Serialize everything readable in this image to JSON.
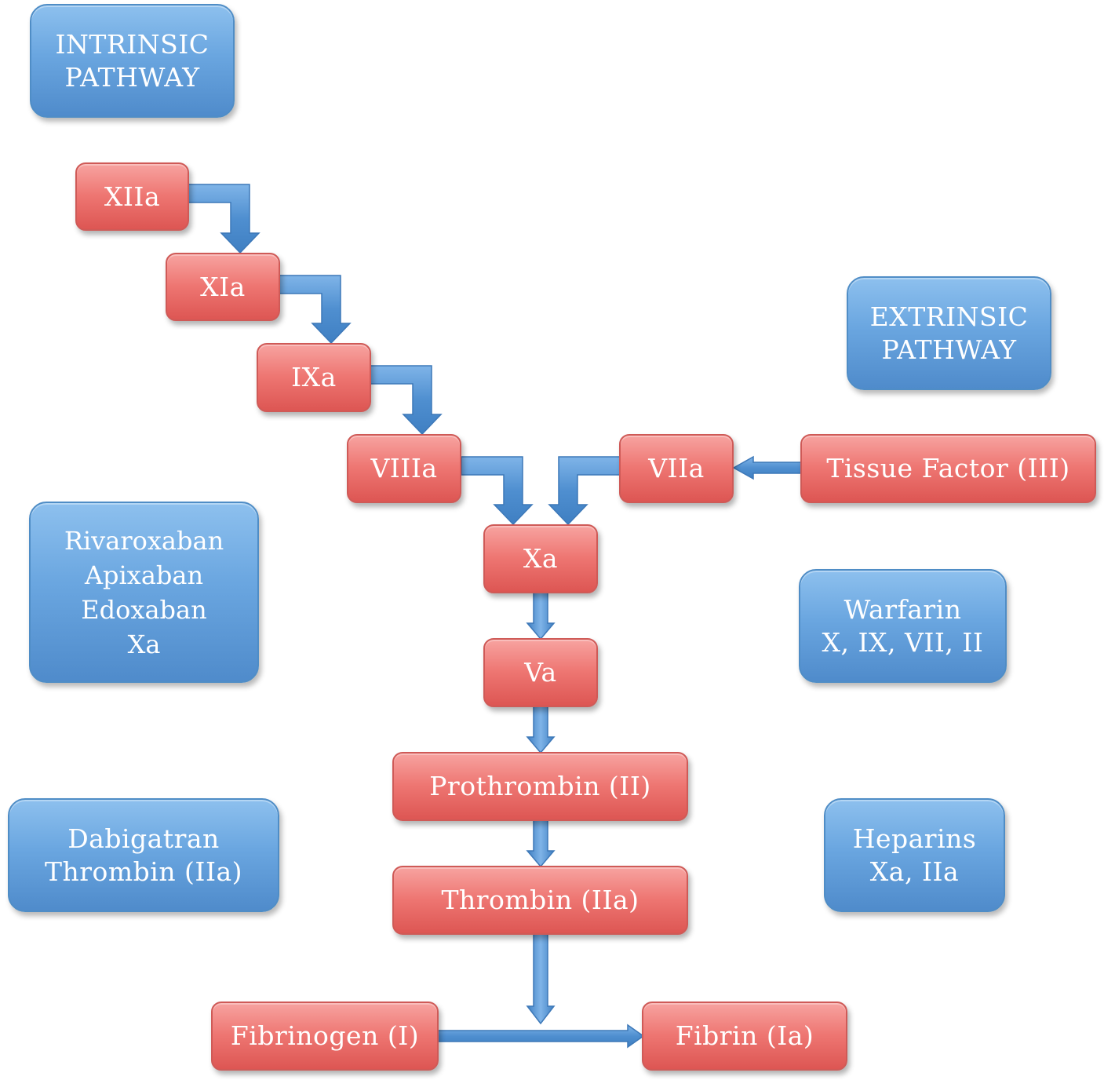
{
  "diagram": {
    "intrinsic_title": [
      "INTRINSIC",
      "PATHWAY"
    ],
    "extrinsic_title": [
      "EXTRINSIC",
      "PATHWAY"
    ],
    "factors": {
      "xiia": "XIIa",
      "xia": "XIa",
      "ixa": "IXa",
      "viiia": "VIIIa",
      "viia": "VIIa",
      "tissue_factor": "Tissue Factor (III)",
      "xa": "Xa",
      "va": "Va",
      "prothrombin": "Prothrombin (II)",
      "thrombin": "Thrombin (IIa)",
      "fibrinogen": "Fibrinogen (I)",
      "fibrin": "Fibrin (Ia)"
    },
    "drugs": {
      "xa_inhibitors": [
        "Rivaroxaban",
        "Apixaban",
        "Edoxaban",
        "Xa"
      ],
      "warfarin": [
        "Warfarin",
        "X, IX, VII, II"
      ],
      "dabigatran": [
        "Dabigatran",
        "Thrombin (IIa)"
      ],
      "heparins": [
        "Heparins",
        "Xa, IIa"
      ]
    },
    "colors": {
      "pathway_box": "#6aa6e0",
      "factor_box": "#ee7672",
      "arrow": "#4f8fd0"
    }
  }
}
